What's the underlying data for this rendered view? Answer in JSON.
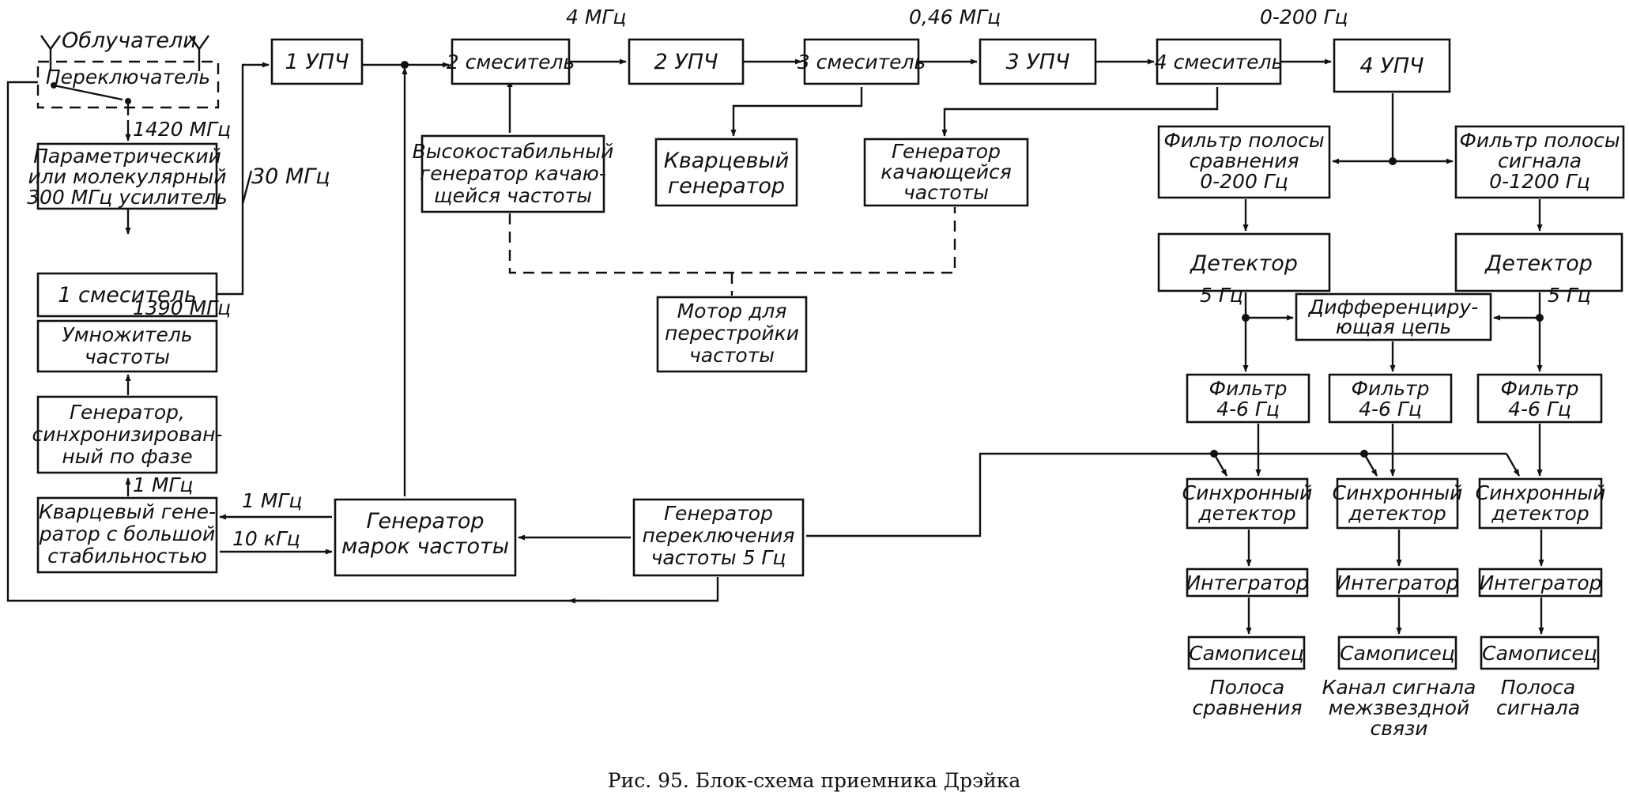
{
  "caption": "Рис. 95. Блок-схема приемника Дрэйка",
  "blocks": {
    "feeds": "Облучатели",
    "switch": "Переключатель",
    "paramp": [
      "Параметрический",
      "или молекулярный",
      "300 МГц усилитель"
    ],
    "mixer1": "1 смеситель",
    "multiplier": [
      "Умножитель",
      "частоты"
    ],
    "pll_gen": [
      "Генератор,",
      "синхронизирован-",
      "ный по фазе"
    ],
    "crystal_hs": [
      "Кварцевый гене-",
      "ратор с большой",
      "стабильностью"
    ],
    "if1": "1 УПЧ",
    "mixer2": "2 смеситель",
    "if2": "2 УПЧ",
    "mixer3": "3 смеситель",
    "if3": "3 УПЧ",
    "mixer4": "4 смеситель",
    "if4": "4 УПЧ",
    "sweep_hs": [
      "Высокостабильный",
      "генератор качаю-",
      "щейся частоты"
    ],
    "crystal_gen": [
      "Кварцевый",
      "генератор"
    ],
    "sweep_gen": [
      "Генератор",
      "качающейся",
      "частоты"
    ],
    "motor": [
      "Мотор для",
      "перестройки",
      "частоты"
    ],
    "marker_gen": [
      "Генератор",
      "марок частоты"
    ],
    "switch_gen": [
      "Генератор",
      "переключения",
      "частоты 5 Гц"
    ],
    "filt_cmp": [
      "Фильтр полосы",
      "сравнения",
      "0-200 Гц"
    ],
    "filt_sig": [
      "Фильтр полосы",
      "сигнала",
      "0-1200 Гц"
    ],
    "det1": "Детектор",
    "det2": "Детектор",
    "diff": [
      "Дифференциру-",
      "ющая цепь"
    ],
    "f46": [
      "Фильтр",
      "4-6 Гц"
    ],
    "sync": [
      "Синхронный",
      "детектор"
    ],
    "integ": "Интегратор",
    "rec": "Самописец"
  },
  "labels": {
    "f1420": "1420 МГц",
    "f30": "30 МГц",
    "f1390": "1390 МГц",
    "f1m_up": "1 МГц",
    "f1m": "1 МГц",
    "f10k": "10 кГц",
    "f4m": "4 МГц",
    "f046": "0,46 МГц",
    "f0200": "0-200 Гц",
    "f5a": "5 Гц",
    "f5b": "5 Гц"
  },
  "outputs": {
    "left": [
      "Полоса",
      "сравнения"
    ],
    "mid": [
      "Канал сигнала",
      "межзвездной",
      "связи"
    ],
    "right": [
      "Полоса",
      "сигнала"
    ]
  }
}
